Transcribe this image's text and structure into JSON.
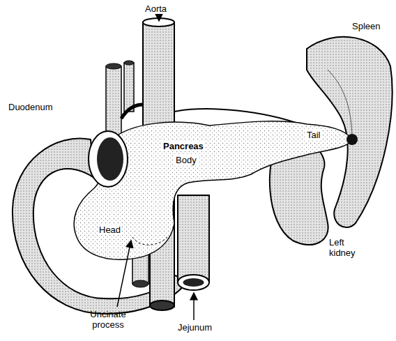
{
  "diagram": {
    "labels": [
      "Aorta",
      "Spleen",
      "Duodenum",
      "Pancreas",
      "Body",
      "Tail",
      "Head",
      "Left kidney",
      "Jejunum",
      "Uncinate process"
    ]
  }
}
